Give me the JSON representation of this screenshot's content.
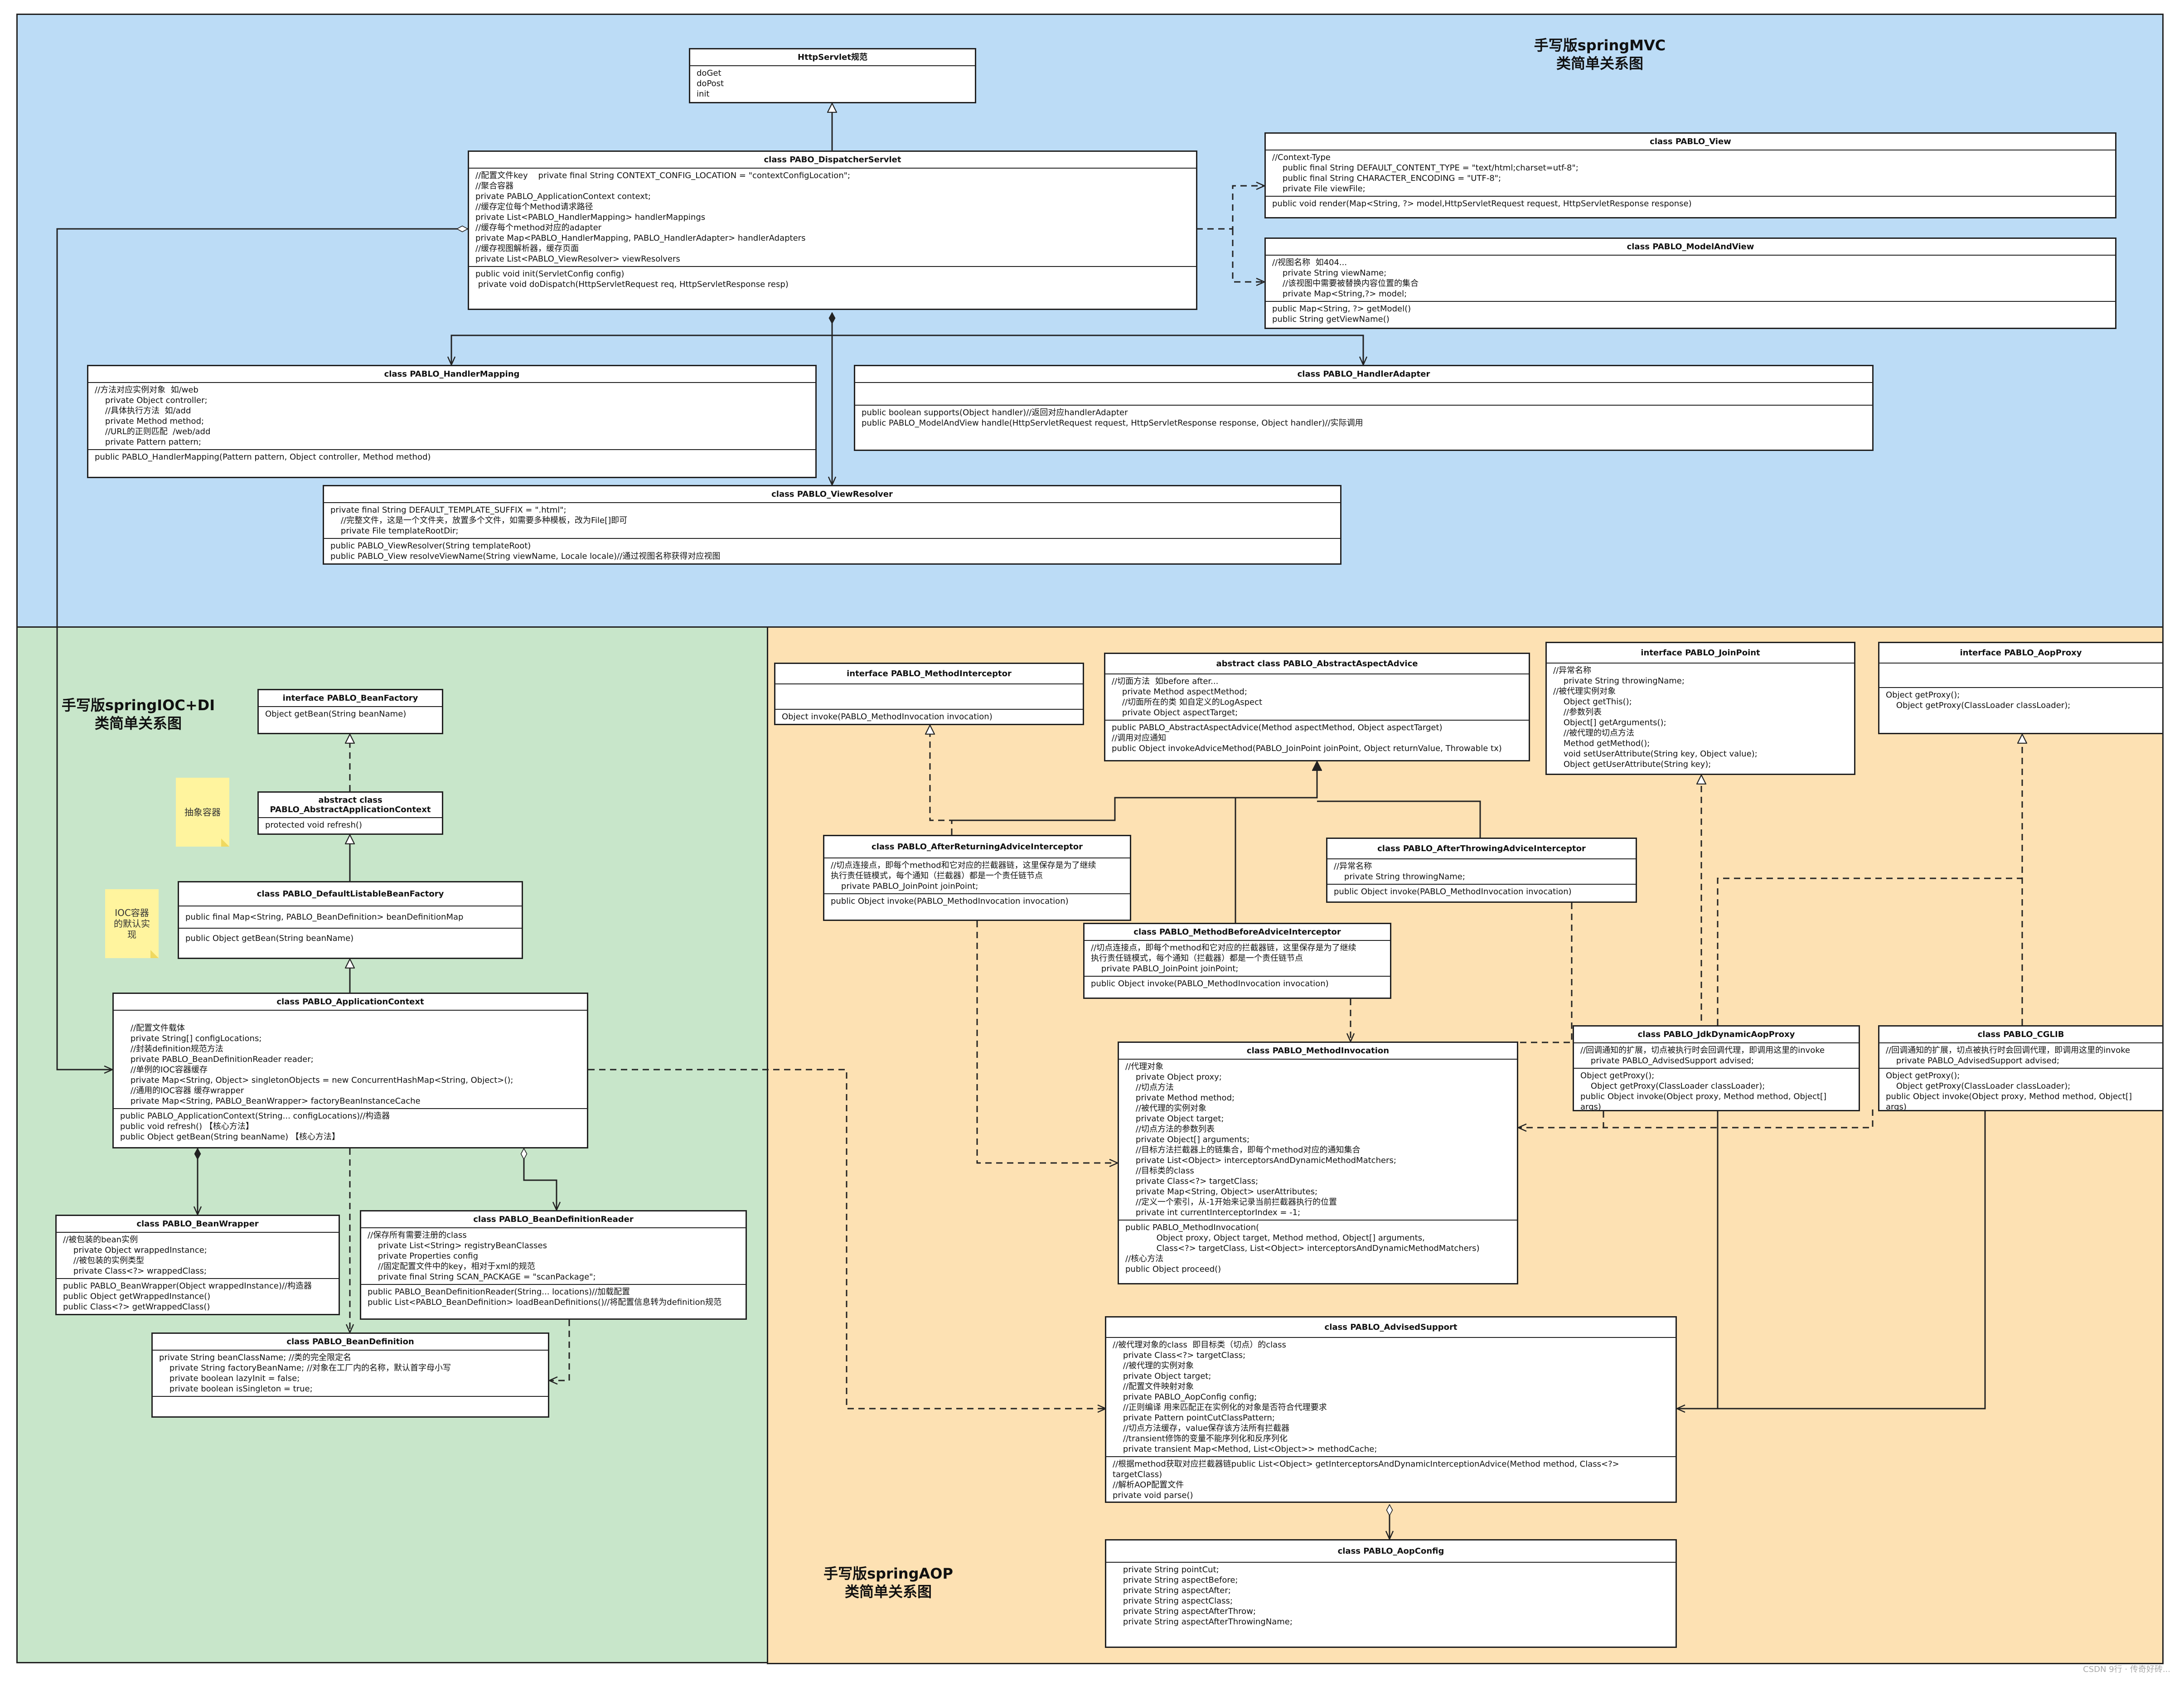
{
  "regions": {
    "mvc": {
      "title": "手写版springMVC\n类简单关系图",
      "color": "#bcdcf6"
    },
    "ioc": {
      "title": "手写版springIOC+DI\n类简单关系图",
      "color": "#c8e6ca"
    },
    "aop": {
      "title": "手写版springAOP\n类简单关系图",
      "color": "#fde1b3"
    }
  },
  "notes": {
    "abstract_container": "抽象容器",
    "ioc_default": "IOC容器\n的默认实\n现"
  },
  "classes": {
    "HttpServlet": {
      "title": "HttpServlet规范",
      "sections": [
        [
          "doGet",
          "doPost",
          "init"
        ]
      ]
    },
    "DispatcherServlet": {
      "title": "class PABO_DispatcherServlet",
      "sections": [
        [
          "//配置文件key    private final String CONTEXT_CONFIG_LOCATION = \"contextConfigLocation\";",
          "//聚合容器",
          "private PABLO_ApplicationContext context;",
          "//缓存定位每个Method请求路径",
          "private List<PABLO_HandlerMapping> handlerMappings",
          "//缓存每个method对应的adapter",
          "private Map<PABLO_HandlerMapping, PABLO_HandlerAdapter> handlerAdapters",
          "//缓存视图解析器，缓存页面",
          "private List<PABLO_ViewResolver> viewResolvers"
        ],
        [
          "public void init(ServletConfig config)",
          " private void doDispatch(HttpServletRequest req, HttpServletResponse resp)"
        ]
      ]
    },
    "View": {
      "title": "class PABLO_View",
      "sections": [
        [
          "//Context-Type",
          "    public final String DEFAULT_CONTENT_TYPE = \"text/html;charset=utf-8\";",
          "    public final String CHARACTER_ENCODING = \"UTF-8\";",
          "    private File viewFile;"
        ],
        [
          "public void render(Map<String, ?> model,HttpServletRequest request, HttpServletResponse response)"
        ]
      ]
    },
    "ModelAndView": {
      "title": "class PABLO_ModelAndView",
      "sections": [
        [
          "//视图名称  如404...",
          "    private String viewName;",
          "    //该视图中需要被替换内容位置的集合",
          "    private Map<String,?> model;"
        ],
        [
          "public Map<String, ?> getModel()",
          "public String getViewName()"
        ]
      ]
    },
    "HandlerMapping": {
      "title": "class PABLO_HandlerMapping",
      "sections": [
        [
          "//方法对应实例对象  如/web",
          "    private Object controller;",
          "    //具体执行方法  如/add",
          "    private Method method;",
          "    //URL的正则匹配  /web/add",
          "    private Pattern pattern;"
        ],
        [
          "public PABLO_HandlerMapping(Pattern pattern, Object controller, Method method)"
        ]
      ]
    },
    "HandlerAdapter": {
      "title": "class PABLO_HandlerAdapter",
      "sections": [
        [
          ""
        ],
        [
          "public boolean supports(Object handler)//返回对应handlerAdapter",
          "public PABLO_ModelAndView handle(HttpServletRequest request, HttpServletResponse response, Object handler)//实际调用"
        ]
      ]
    },
    "ViewResolver": {
      "title": "class  PABLO_ViewResolver",
      "sections": [
        [
          "private final String DEFAULT_TEMPLATE_SUFFIX = \".html\";",
          "    //完整文件，这是一个文件夹，放置多个文件，如需要多种模板，改为File[]即可",
          "    private File templateRootDir;"
        ],
        [
          "public PABLO_ViewResolver(String templateRoot)",
          "public PABLO_View resolveViewName(String viewName, Locale locale)//通过视图名称获得对应视图"
        ]
      ]
    },
    "BeanFactory": {
      "title": "interface  PABLO_BeanFactory",
      "sections": [
        [
          "Object getBean(String beanName)"
        ]
      ]
    },
    "AbstractApplicationContext": {
      "title": "abstract class\nPABLO_AbstractApplicationContext",
      "sections": [
        [
          "protected void refresh()"
        ]
      ]
    },
    "DefaultListableBeanFactory": {
      "title": "class PABLO_DefaultListableBeanFactory",
      "sections": [
        [
          "public final Map<String, PABLO_BeanDefinition> beanDefinitionMap"
        ],
        [
          "public Object getBean(String beanName)"
        ]
      ]
    },
    "ApplicationContext": {
      "title": "class PABLO_ApplicationContext",
      "sections": [
        [
          "",
          "    //配置文件载体",
          "    private String[] configLocations;",
          "    //封装definition规范方法",
          "    private PABLO_BeanDefinitionReader reader;",
          "    //单例的IOC容器缓存",
          "    private Map<String, Object> singletonObjects = new ConcurrentHashMap<String, Object>();",
          "    //通用的IOC容器 缓存wrapper",
          "    private Map<String, PABLO_BeanWrapper> factoryBeanInstanceCache"
        ],
        [
          "public PABLO_ApplicationContext(String... configLocations)//构造器",
          "public void refresh() 【核心方法】",
          "public Object getBean(String beanName) 【核心方法】"
        ]
      ]
    },
    "BeanWrapper": {
      "title": "class PABLO_BeanWrapper",
      "sections": [
        [
          "//被包装的bean实例",
          "    private Object wrappedInstance;",
          "    //被包装的实例类型",
          "    private Class<?> wrappedClass;"
        ],
        [
          "public PABLO_BeanWrapper(Object wrappedInstance)//构造器",
          "public Object getWrappedInstance()",
          "public Class<?> getWrappedClass()"
        ]
      ]
    },
    "BeanDefinitionReader": {
      "title": "class PABLO_BeanDefinitionReader",
      "sections": [
        [
          "//保存所有需要注册的class",
          "    private List<String> registryBeanClasses",
          "    private Properties config",
          "    //固定配置文件中的key，相对于xml的规范",
          "    private final String SCAN_PACKAGE = \"scanPackage\";"
        ],
        [
          "public PABLO_BeanDefinitionReader(String... locations)//加载配置",
          "public List<PABLO_BeanDefinition> loadBeanDefinitions()//将配置信息转为definition规范"
        ]
      ]
    },
    "BeanDefinition": {
      "title": "class PABLO_BeanDefinition",
      "sections": [
        [
          "private String beanClassName; //类的完全限定名",
          "    private String factoryBeanName; //对象在工厂内的名称，默认首字母小写",
          "    private boolean lazyInit = false;",
          "    private boolean isSingleton = true;"
        ],
        [
          ""
        ]
      ]
    },
    "MethodInterceptor": {
      "title": "interface PABLO_MethodInterceptor",
      "sections": [
        [
          ""
        ],
        [
          "Object invoke(PABLO_MethodInvocation invocation)"
        ]
      ]
    },
    "AbstractAspectAdvice": {
      "title": "abstract class PABLO_AbstractAspectAdvice",
      "sections": [
        [
          "//切面方法  如before after...",
          "    private Method aspectMethod;",
          "    //切面所在的类 如自定义的LogAspect",
          "    private Object aspectTarget;"
        ],
        [
          "public PABLO_AbstractAspectAdvice(Method aspectMethod, Object aspectTarget)",
          "//调用对应通知",
          "public Object invokeAdviceMethod(PABLO_JoinPoint joinPoint, Object returnValue, Throwable tx)"
        ]
      ]
    },
    "JoinPoint": {
      "title": "interface PABLO_JoinPoint",
      "sections": [
        [
          "//异常名称",
          "    private String throwingName;",
          "//被代理实例对象",
          "    Object getThis();",
          "    //参数列表",
          "    Object[] getArguments();",
          "    //被代理的切点方法",
          "    Method getMethod();",
          "    void setUserAttribute(String key, Object value);",
          "    Object getUserAttribute(String key);"
        ]
      ]
    },
    "AopProxy": {
      "title": "interface PABLO_AopProxy",
      "sections": [
        [
          ""
        ],
        [
          "Object getProxy();",
          "    Object getProxy(ClassLoader classLoader);"
        ]
      ]
    },
    "AfterReturningAdviceInterceptor": {
      "title": "class PABLO_AfterReturningAdviceInterceptor",
      "sections": [
        [
          "//切点连接点，即每个method和它对应的拦截器链，这里保存是为了继续",
          "执行责任链模式，每个通知（拦截器）都是一个责任链节点",
          "    private PABLO_JoinPoint joinPoint;"
        ],
        [
          "public Object invoke(PABLO_MethodInvocation invocation)"
        ]
      ]
    },
    "AfterThrowingAdviceInterceptor": {
      "title": "class PABLO_AfterThrowingAdviceInterceptor",
      "sections": [
        [
          "//异常名称",
          "    private String throwingName;"
        ],
        [
          "public Object invoke(PABLO_MethodInvocation invocation)"
        ]
      ]
    },
    "MethodBeforeAdviceInterceptor": {
      "title": "class PABLO_MethodBeforeAdviceInterceptor",
      "sections": [
        [
          "//切点连接点，即每个method和它对应的拦截器链，这里保存是为了继续",
          "执行责任链模式，每个通知（拦截器）都是一个责任链节点",
          "    private PABLO_JoinPoint joinPoint;"
        ],
        [
          "public Object invoke(PABLO_MethodInvocation invocation)"
        ]
      ]
    },
    "MethodInvocation": {
      "title": "class PABLO_MethodInvocation",
      "sections": [
        [
          "//代理对象",
          "    private Object proxy;",
          "    //切点方法",
          "    private Method method;",
          "    //被代理的实例对象",
          "    private Object target;",
          "    //切点方法的参数列表",
          "    private Object[] arguments;",
          "    //目标方法拦截器上的链集合，即每个method对应的通知集合",
          "    private List<Object> interceptorsAndDynamicMethodMatchers;",
          "    //目标类的class",
          "    private Class<?> targetClass;",
          "    private Map<String, Object> userAttributes;",
          "    //定义一个索引，从-1开始来记录当前拦截器执行的位置",
          "    private int currentInterceptorIndex = -1;"
        ],
        [
          "public PABLO_MethodInvocation(",
          "            Object proxy, Object target, Method method, Object[] arguments,",
          "            Class<?> targetClass, List<Object> interceptorsAndDynamicMethodMatchers)",
          "//核心方法",
          "public Object proceed()"
        ]
      ]
    },
    "JdkDynamicAopProxy": {
      "title": "class PABLO_JdkDynamicAopProxy",
      "sections": [
        [
          "//回调通知的扩展，切点被执行时会回调代理，即调用这里的invoke",
          "    private PABLO_AdvisedSupport advised;"
        ],
        [
          "Object getProxy();",
          "    Object getProxy(ClassLoader classLoader);",
          "public Object invoke(Object proxy, Method method, Object[]",
          "args)"
        ]
      ]
    },
    "CGLIB": {
      "title": "class PABLO_CGLIB",
      "sections": [
        [
          "//回调通知的扩展，切点被执行时会回调代理，即调用这里的invoke",
          "    private PABLO_AdvisedSupport advised;"
        ],
        [
          "Object getProxy();",
          "    Object getProxy(ClassLoader classLoader);",
          "public Object invoke(Object proxy, Method method, Object[]",
          "args)"
        ]
      ]
    },
    "AdvisedSupport": {
      "title": "class PABLO_AdvisedSupport",
      "sections": [
        [
          "//被代理对象的class  即目标类（切点）的class",
          "    private Class<?> targetClass;",
          "    //被代理的实例对象",
          "    private Object target;",
          "    //配置文件映射对象",
          "    private PABLO_AopConfig config;",
          "    //正则编译 用来匹配正在实例化的对象是否符合代理要求",
          "    private Pattern pointCutClassPattern;",
          "    //切点方法缓存，value保存该方法所有拦截器",
          "    //transient修饰的变量不能序列化和反序列化",
          "    private transient Map<Method, List<Object>> methodCache;"
        ],
        [
          "//根据method获取对应拦截器链public List<Object> getInterceptorsAndDynamicInterceptionAdvice(Method method, Class<?>",
          "targetClass)",
          "//解析AOP配置文件",
          "private void parse()"
        ]
      ]
    },
    "AopConfig": {
      "title": "class PABLO_AopConfig",
      "sections": [
        [
          "    private String pointCut;",
          "    private String aspectBefore;",
          "    private String aspectAfter;",
          "    private String aspectClass;",
          "    private String aspectAfterThrow;",
          "    private String aspectAfterThrowingName;"
        ]
      ]
    }
  },
  "watermark": "CSDN 9行 · 传奇好砖..."
}
